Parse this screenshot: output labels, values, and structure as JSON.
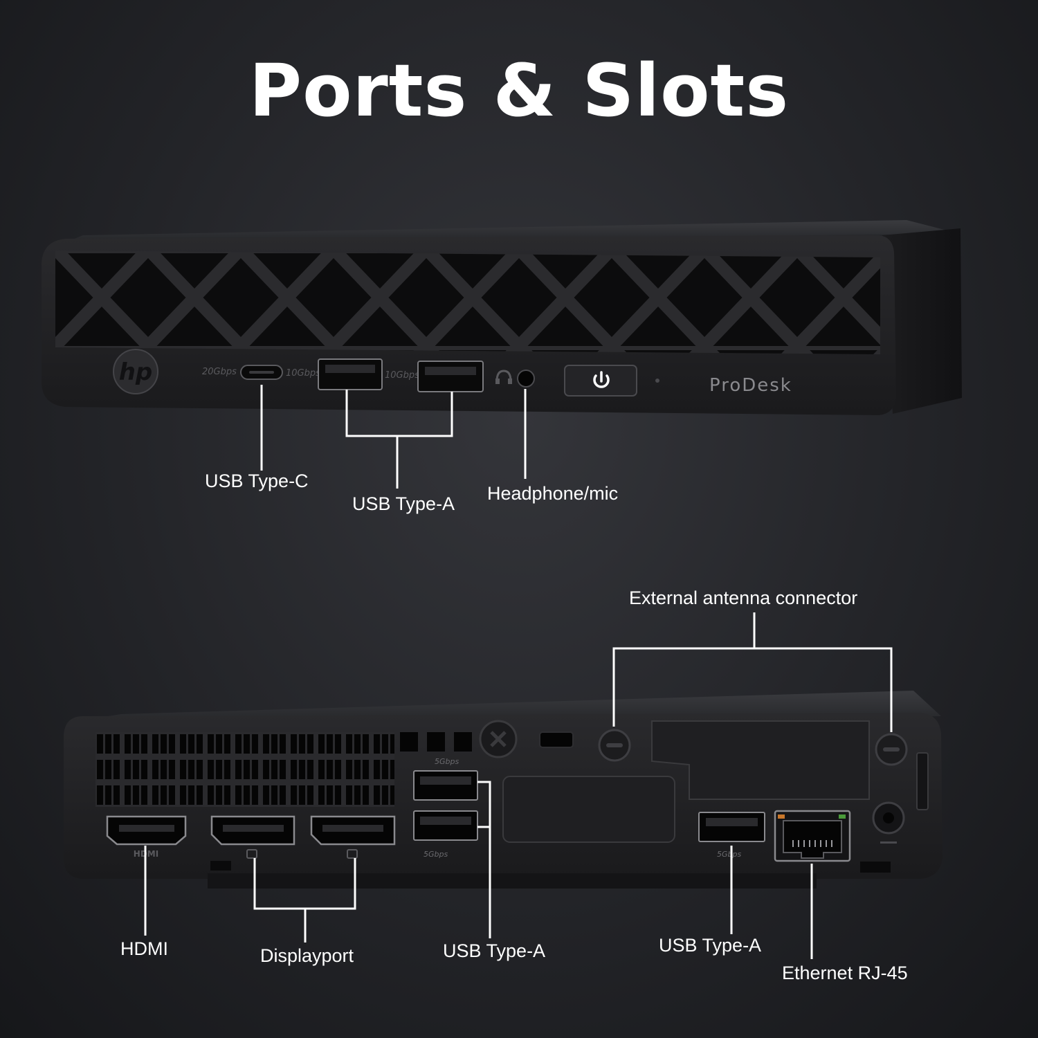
{
  "title": "Ports & Slots",
  "front": {
    "brand_logo": "hp",
    "model": "ProDesk",
    "port_markings": [
      "20Gbps",
      "10Gbps",
      "10Gbps"
    ],
    "icons": [
      "usb-c-port-icon",
      "usb-a-port-icon",
      "headphone-icon",
      "power-icon"
    ],
    "labels": {
      "usb_c": "USB Type-C",
      "usb_a": "USB Type-A",
      "headphone": "Headphone/mic"
    }
  },
  "rear": {
    "port_markings": [
      "5Gbps",
      "5Gbps",
      "5Gbps",
      "HDMI"
    ],
    "icons": [
      "hdmi-port-icon",
      "displayport-icon",
      "usb-a-port-icon",
      "ethernet-port-icon",
      "antenna-connector-icon",
      "dc-power-icon"
    ],
    "labels": {
      "antenna": "External antenna connector",
      "hdmi": "HDMI",
      "displayport": "Displayport",
      "usb_a_left": "USB Type-A",
      "usb_a_right": "USB Type-A",
      "ethernet": "Ethernet RJ-45"
    }
  },
  "colors": {
    "chassis": "#1b1b1d",
    "callout_line": "#ffffff",
    "text": "#ffffff"
  }
}
